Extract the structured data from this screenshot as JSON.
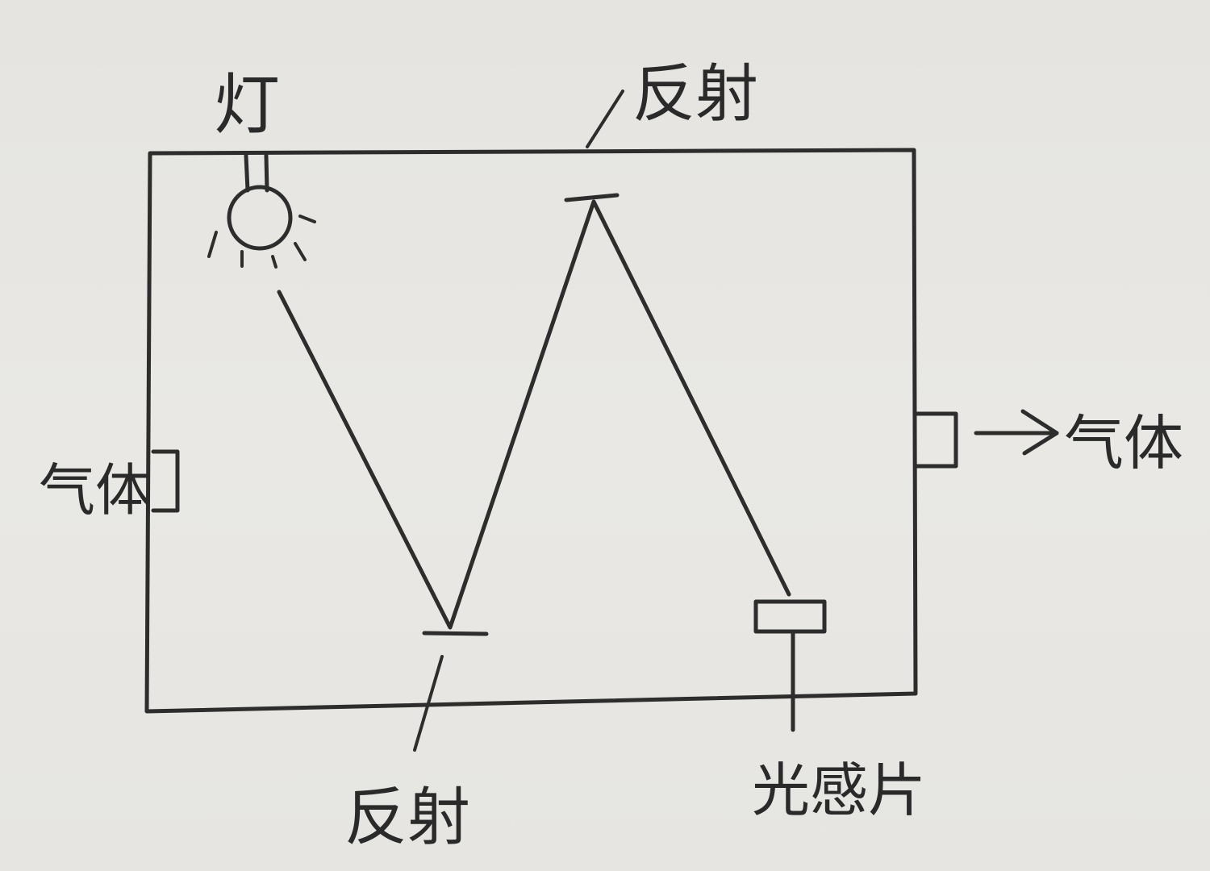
{
  "labels": {
    "lamp": "灯",
    "reflection_top": "反射",
    "reflection_bottom": "反射",
    "gas_inlet": "气体",
    "gas_outlet": "气体",
    "photosensor": "光感片"
  },
  "colors": {
    "paper": "#e7e6e2",
    "ink": "#2d2d2d"
  },
  "icons": {
    "outlet_arrow": "right-arrow"
  }
}
